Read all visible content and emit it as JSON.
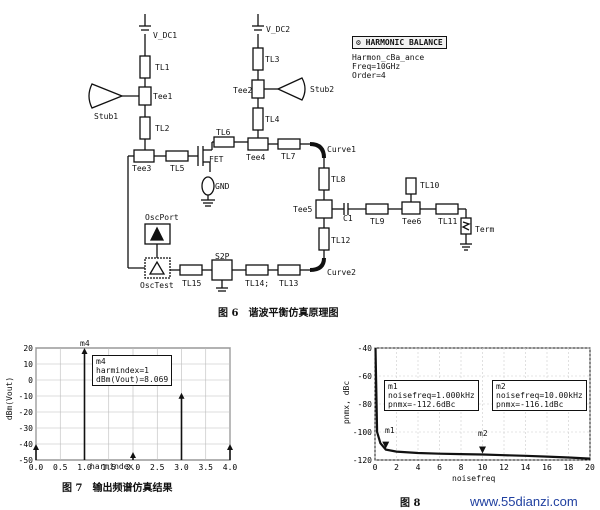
{
  "schematic": {
    "components": [
      {
        "id": "vdc1",
        "label": "V_DC1"
      },
      {
        "id": "vdc2",
        "label": "V_DC2"
      },
      {
        "id": "tl1",
        "label": "TL1"
      },
      {
        "id": "tl2",
        "label": "TL2"
      },
      {
        "id": "tl3",
        "label": "TL3"
      },
      {
        "id": "tl4",
        "label": "TL4"
      },
      {
        "id": "tl5",
        "label": "TL5"
      },
      {
        "id": "tl6",
        "label": "TL6"
      },
      {
        "id": "tl7",
        "label": "TL7"
      },
      {
        "id": "tl8",
        "label": "TL8"
      },
      {
        "id": "tl9",
        "label": "TL9"
      },
      {
        "id": "tl10",
        "label": "TL10"
      },
      {
        "id": "tl11",
        "label": "TL11"
      },
      {
        "id": "tl12",
        "label": "TL12"
      },
      {
        "id": "tl13",
        "label": "TL13"
      },
      {
        "id": "tl14",
        "label": "TL14;"
      },
      {
        "id": "tl15",
        "label": "TL15"
      },
      {
        "id": "tee1",
        "label": "Tee1"
      },
      {
        "id": "tee2",
        "label": "Tee2"
      },
      {
        "id": "tee3",
        "label": "Tee3"
      },
      {
        "id": "tee4",
        "label": "Tee4"
      },
      {
        "id": "tee5",
        "label": "Tee5"
      },
      {
        "id": "tee6",
        "label": "Tee6"
      },
      {
        "id": "stub1",
        "label": "Stub1"
      },
      {
        "id": "stub2",
        "label": "Stub2"
      },
      {
        "id": "fet",
        "label": "FET"
      },
      {
        "id": "gnd",
        "label": "GND"
      },
      {
        "id": "curve1",
        "label": "Curve1"
      },
      {
        "id": "curve2",
        "label": "Curve2"
      },
      {
        "id": "c1",
        "label": "C1"
      },
      {
        "id": "term",
        "label": "Term"
      },
      {
        "id": "oscport",
        "label": "OscPort"
      },
      {
        "id": "osctest",
        "label": "OscTest"
      },
      {
        "id": "s2p",
        "label": "S2P"
      }
    ],
    "harmonic_balance": {
      "title": "HARMONIC BALANCE",
      "name": "Harmon_cBa_ance",
      "freq": "Freq=10GHz",
      "order": "Order=4"
    }
  },
  "fig6_caption": "图 6　谐波平衡仿真原理图",
  "fig7_caption": "图 7　输出频谱仿真结果",
  "fig8_caption": "图 8",
  "watermark": "www.55dianzi.com",
  "chart_data": [
    {
      "type": "bar",
      "xlabel": "harmindex",
      "ylabel": "dBm(Vout)",
      "xlim": [
        0,
        4
      ],
      "ylim": [
        -50,
        20
      ],
      "xticks": [
        "0.0",
        "0.5",
        "1.0",
        "1.5",
        "2.0",
        "2.5",
        "3.0",
        "3.5",
        "4.0"
      ],
      "yticks": [
        "20",
        "10",
        "0",
        "-10",
        "-20",
        "-30",
        "-40",
        "-50"
      ],
      "x": [
        0,
        1,
        2,
        3,
        4
      ],
      "values": [
        -40,
        20,
        -45,
        -8,
        -40
      ],
      "marker": {
        "name": "m4",
        "lines": [
          "m4",
          "harmindex=1",
          "dBm(Vout)=8.069"
        ]
      }
    },
    {
      "type": "line",
      "xlabel": "noisefreq",
      "ylabel": "pnmx, dBc",
      "xlim": [
        0,
        20
      ],
      "ylim": [
        -120,
        -40
      ],
      "yticks": [
        "-40",
        "-60",
        "-80",
        "-100",
        "-120"
      ],
      "xticks": [
        "0",
        "2",
        "4",
        "6",
        "8",
        "10",
        "12",
        "14",
        "16",
        "18",
        "20"
      ],
      "x": [
        0.05,
        0.2,
        0.5,
        1,
        2,
        4,
        6,
        8,
        10,
        12,
        14,
        16,
        18,
        20
      ],
      "values": [
        -40,
        -100,
        -108,
        -112.6,
        -114,
        -115,
        -115.5,
        -115.8,
        -116.1,
        -116.6,
        -117,
        -117.6,
        -118.2,
        -119
      ],
      "markers": [
        {
          "name": "m1",
          "lines": [
            "m1",
            "noisefreq=1.000kHz",
            "pnmx=-112.6dBc"
          ]
        },
        {
          "name": "m2",
          "lines": [
            "m2",
            "noisefreq=10.00kHz",
            "pnmx=-116.1dBc"
          ]
        }
      ]
    }
  ]
}
